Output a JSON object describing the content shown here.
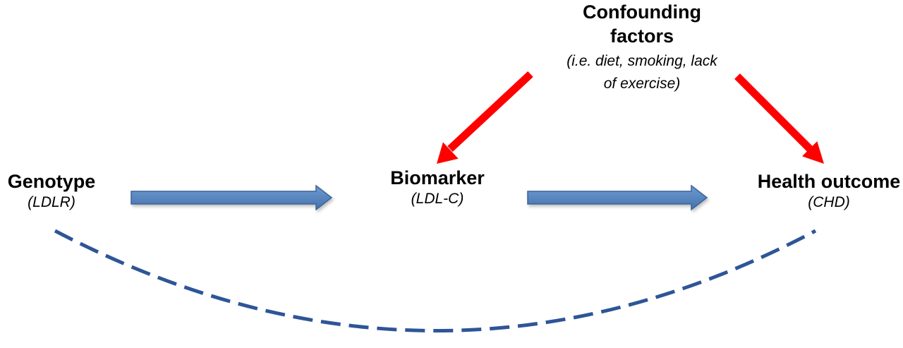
{
  "nodes": {
    "genotype": {
      "title": "Genotype",
      "subtitle": "(LDLR)"
    },
    "biomarker": {
      "title": "Biomarker",
      "subtitle": "(LDL-C)"
    },
    "health_outcome": {
      "title": "Health outcome",
      "subtitle": "(CHD)"
    },
    "confounding": {
      "title_line1": "Confounding",
      "title_line2": "factors",
      "subtitle_line1": "(i.e. diet, smoking, lack",
      "subtitle_line2": "of exercise)"
    }
  },
  "colors": {
    "causal_arrow_fill": "#4f81bd",
    "causal_arrow_stroke": "#3a6499",
    "confounder_arrow": "#ff0000",
    "instrument_dashed_line": "#2e5597"
  }
}
